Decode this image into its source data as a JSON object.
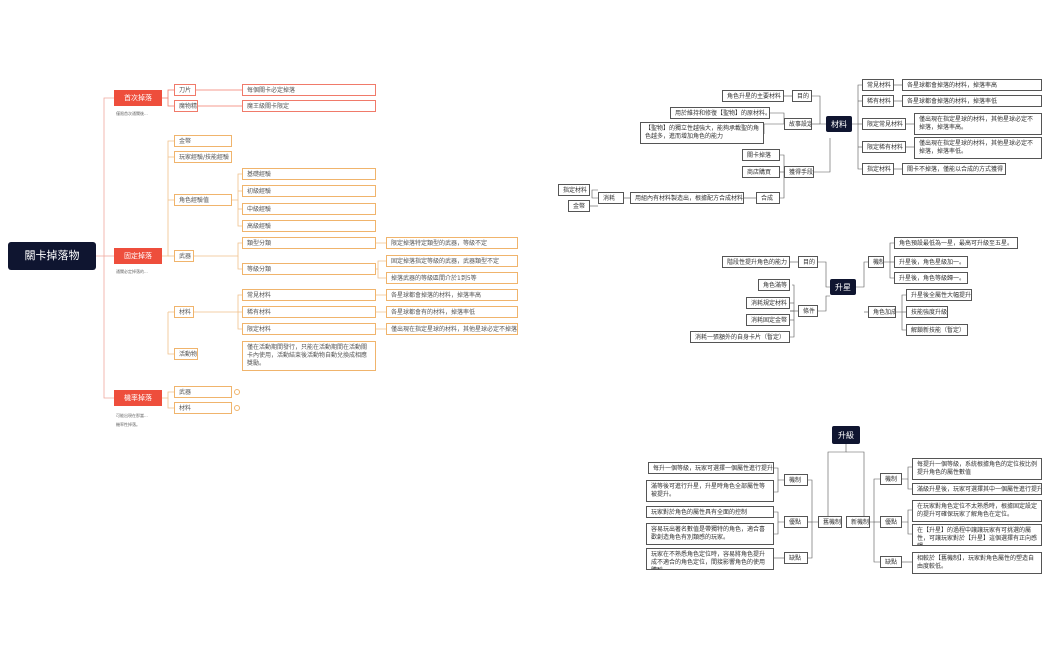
{
  "left": {
    "root": "關卡掉落物",
    "first": {
      "label": "首次掉落",
      "note": "僅限首次通關後...",
      "items": [
        {
          "label": "刀片",
          "desc": "每個關卡必定掉落"
        },
        {
          "label": "魔物精",
          "desc": "魔王級關卡限定"
        }
      ]
    },
    "fixed": {
      "label": "固定掉落",
      "note": "通關必定掉落的...",
      "gold": "金幣",
      "exp": "玩家經驗/技能經驗",
      "exp_value": {
        "label": "角色經驗值",
        "items": [
          "基礎經驗",
          "初級經驗",
          "中級經驗",
          "高級經驗"
        ]
      },
      "weapon": {
        "label": "武器",
        "items": [
          {
            "label": "類型分類",
            "desc": "限定掉落特定類型的武器，等級不定"
          },
          {
            "label": "等級分類",
            "desc": "固定掉落指定等級的武器，武器類型不定",
            "desc2": "掉落武器的等級區間介於1到5等"
          }
        ]
      },
      "material": {
        "label": "材料",
        "items": [
          {
            "label": "常見材料",
            "desc": "各星球都會掉落的材料，掉落率高"
          },
          {
            "label": "稀有材料",
            "desc": "各星球都會有的材料，掉落率低"
          },
          {
            "label": "限定材料",
            "desc": "僅出現在指定星球的材料，其他星球必定不掉落"
          }
        ]
      },
      "event": {
        "label": "活動物",
        "desc": "僅在活動期間發行，只能在活動期間在活動關卡內使用，活動結束後活動物自動兌換成相應獎勵。"
      }
    },
    "chance": {
      "label": "機率掉落",
      "note1": "可能出現在那當...",
      "note2": "機率性掉落。",
      "items": [
        "武器",
        "材料"
      ]
    }
  },
  "material_map": {
    "center": "材料",
    "purpose": {
      "label": "目的",
      "desc": "角色升星的主要材料"
    },
    "story": {
      "label": "故事設定",
      "items": [
        "用於維持和修復【聖物】的原材料。",
        "【聖物】的獨立性越強大，能夠承載聖的角色越多，進而增加角色的能力"
      ]
    },
    "types": [
      {
        "label": "常見材料",
        "desc": "各星球都會掉落的材料，掉落率高"
      },
      {
        "label": "稀有材料",
        "desc": "各星球都會掉落的材料，掉落率低"
      },
      {
        "label": "限定常見材料",
        "desc": "僅出現在指定星球的材料，其他星球必定不掉落，掉落率高。"
      },
      {
        "label": "限定稀有材料",
        "desc": "僅出現在指定星球的材料，其他星球必定不掉落，掉落率低。"
      },
      {
        "label": "指定材料",
        "desc": "關卡不掉落，僅能以合成的方式獲得"
      }
    ],
    "obtain": {
      "label": "獲得手段",
      "items": [
        "關卡掉落",
        "商店購買"
      ],
      "synth": {
        "label": "合成",
        "desc": "用組內有材料製造出，根據配方合成材料",
        "consume": "消耗",
        "consume_items": [
          "指定材料",
          "金幣"
        ]
      }
    }
  },
  "star_map": {
    "center": "升星",
    "purpose": {
      "label": "目的",
      "desc": "階段性提升角色的能力"
    },
    "mechanism": {
      "label": "機制",
      "items": [
        "角色預設最低為一星，最高可升級至五星。",
        "升星後，角色星級加一。",
        "升星後，角色等級歸一。"
      ]
    },
    "bonus": {
      "label": "角色加成",
      "items": [
        "升星後全屬性大幅提升",
        "技能強度升級",
        "解鎖新技能（暫定）"
      ]
    },
    "condition": {
      "label": "條件",
      "items": [
        "角色滿等",
        "消耗規定材料",
        "消耗固定金幣",
        "消耗一張額外的自身卡片（暫定）"
      ]
    }
  },
  "upgrade_map": {
    "center": "升級",
    "old": {
      "label": "舊機制",
      "mechanism": {
        "label": "機制",
        "items": [
          "每升一個等級，玩家可選擇一個屬性進行提升",
          "滿等後可進行升星，升星時角色全部屬性等被提升。"
        ]
      },
      "merit": {
        "label": "優點",
        "items": [
          "玩家對於角色的屬性具有全面的控制",
          "容易玩出著名數值是帶獨特的角色，適合喜歡創造角色有別類感的玩家。"
        ]
      },
      "flaw": {
        "label": "缺點",
        "items": [
          "玩家在不熟悉角色定位時，容易將角色提升成不適合的角色定位，間接影響角色的使用體驗。"
        ]
      }
    },
    "new": {
      "label": "新機制",
      "mechanism": {
        "label": "機制",
        "items": [
          "每提升一個等級，系統根據角色的定位按比例提升角色的屬性數值",
          "滿級升星後，玩家可選擇其中一個屬性進行提升"
        ]
      },
      "merit": {
        "label": "優點",
        "items": [
          "在玩家對角色定位不太熟悉時，根據固定設定的提升可確保玩家了解角色在定位。",
          "在【升星】的過程中讓讓玩家有可挑選的屬性，可讓玩家對於【升星】這個選擇有正向感觸。"
        ]
      },
      "flaw": {
        "label": "缺點",
        "items": [
          "相較於【舊機制】，玩家對角色屬性的塑造自由度較低。"
        ]
      }
    }
  }
}
